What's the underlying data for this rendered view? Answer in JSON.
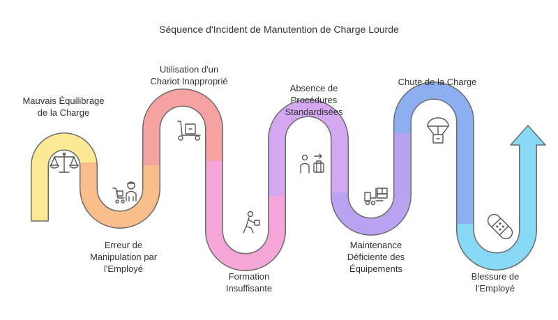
{
  "title": "Séquence d'Incident de Manutention de Charge Lourde",
  "colors": {
    "yellow": "#fbe994",
    "orange": "#f9bd8c",
    "coral": "#f7a2a2",
    "pink": "#f5a6d8",
    "violet": "#d6a7f1",
    "purple": "#b9a3f1",
    "blue": "#8daef0",
    "cyan": "#86d8f4"
  },
  "steps": [
    {
      "label": "Mauvais Équilibrage\nde la Charge",
      "icon": "balance-scale-icon"
    },
    {
      "label": "Erreur de\nManipulation par\nl'Employé",
      "icon": "worker-cart-icon"
    },
    {
      "label": "Utilisation d'un\nChariot Inapproprié",
      "icon": "hand-truck-icon"
    },
    {
      "label": "Formation\nInsuffisante",
      "icon": "person-lifting-icon"
    },
    {
      "label": "Absence de\nProcédures\nStandardisées",
      "icon": "person-luggage-icon"
    },
    {
      "label": "Maintenance\nDéficiente des\nÉquipements",
      "icon": "forklift-icon"
    },
    {
      "label": "Chute de la Charge",
      "icon": "parachute-box-icon"
    },
    {
      "label": "Blessure de\nl'Employé",
      "icon": "bandage-icon"
    }
  ]
}
